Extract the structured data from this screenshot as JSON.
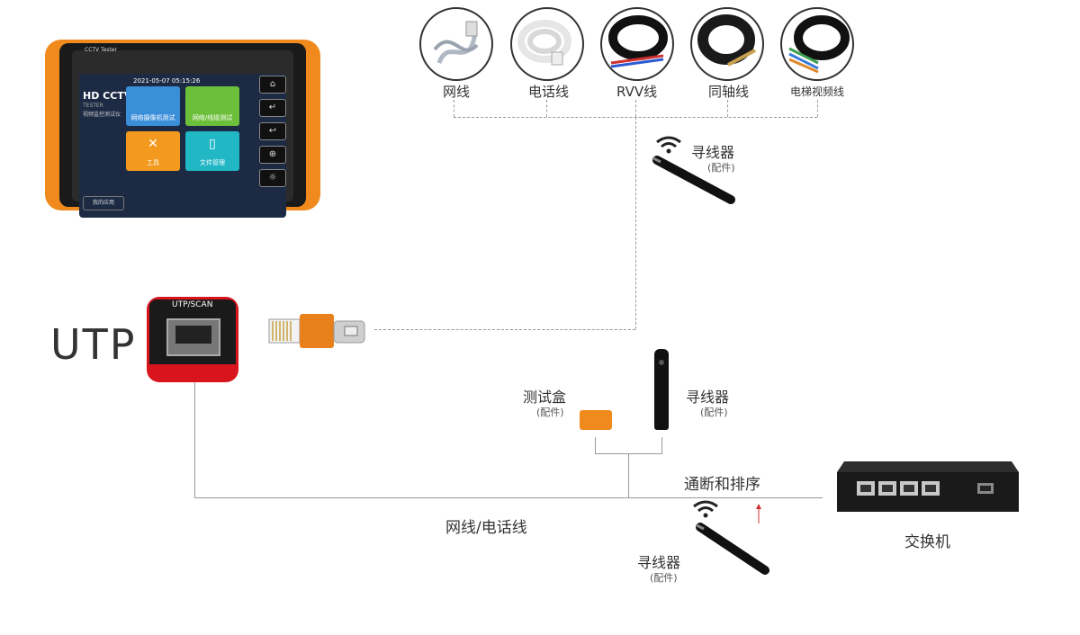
{
  "cables": [
    {
      "label": "网线",
      "icon": "network-cable-icon"
    },
    {
      "label": "电话线",
      "icon": "phone-cable-icon"
    },
    {
      "label": "RVV线",
      "icon": "rvv-cable-icon"
    },
    {
      "label": "同轴线",
      "icon": "coax-cable-icon"
    },
    {
      "label": "电梯视频线",
      "icon": "elevator-video-cable-icon"
    }
  ],
  "tester": {
    "brand": "CCTV Tester",
    "datetime": "2021-05-07 05:15:26",
    "title_line1": "HD CCTV",
    "title_line2": "TESTER",
    "title_line3": "视频监控测试仪",
    "my_apps": "我的应用",
    "tiles": [
      "网络摄像机测试",
      "网络/线缆测试",
      "工具",
      "文件管理"
    ]
  },
  "port": {
    "label": "UTP/SCAN",
    "big_label": "UTP"
  },
  "accessories": {
    "tracer_top": {
      "name": "寻线器",
      "note": "(配件)"
    },
    "test_box": {
      "name": "测试盒",
      "note": "(配件)"
    },
    "tracer_mid": {
      "name": "寻线器",
      "note": "(配件)"
    },
    "tracer_bottom": {
      "name": "寻线器",
      "note": "(配件)"
    }
  },
  "labels": {
    "continuity": "通断和排序",
    "line": "网线/电话线",
    "switch": "交换机"
  },
  "colors": {
    "accent": "#f08a1c",
    "device": "#1a1a1a",
    "port_red": "#d8141c",
    "line": "#999999"
  }
}
